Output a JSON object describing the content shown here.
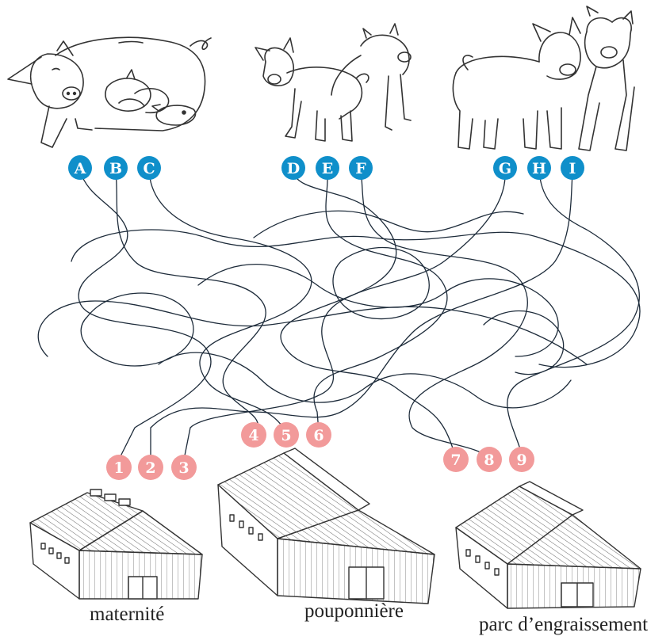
{
  "colors": {
    "start_badge": "#0f8fca",
    "end_badge": "#f29a9a",
    "line": "#1d2b3a",
    "drawing": "#333333"
  },
  "start_points": [
    "A",
    "B",
    "C",
    "D",
    "E",
    "F",
    "G",
    "H",
    "I"
  ],
  "end_points": [
    "1",
    "2",
    "3",
    "4",
    "5",
    "6",
    "7",
    "8",
    "9"
  ],
  "buildings": [
    "maternité",
    "pouponnière",
    "parc d’engraissement"
  ],
  "illustrations": [
    "sow-with-piglets-icon",
    "weaned-piglets-icon",
    "fattening-pigs-icon",
    "barn-icon"
  ]
}
